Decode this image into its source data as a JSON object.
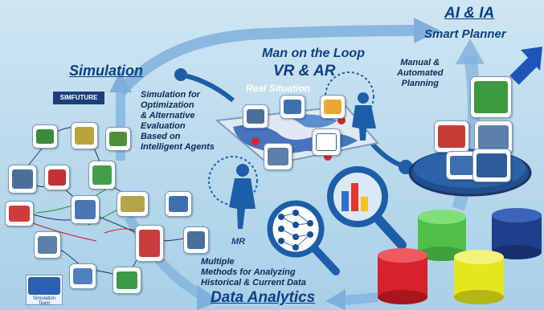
{
  "titles": {
    "ai_ia": "AI & IA",
    "smart_planner": "Smart Planner",
    "man_on_loop": "Man on the Loop",
    "vr_ar": "VR & AR",
    "real_situation": "Real Situation",
    "simulation": "Simulation",
    "data_analytics": "Data Analytics",
    "mr": "MR"
  },
  "captions": {
    "planning_line1": "Manual &",
    "planning_line2": "Automated",
    "planning_line3": "Planning",
    "sim_line1": "Simulation for",
    "sim_line2": "Optimization",
    "sim_line3": "& Alternative",
    "sim_line4": "Evaluation",
    "sim_line5": "Based on",
    "sim_line6": "Intelligent Agents",
    "data_line1": "Multiple",
    "data_line2": "Methods for Analyzing",
    "data_line3": "Historical & Current Data"
  },
  "logos": {
    "simulation_team": "Simulation Team",
    "simcenter_brand": "SIMFUTURE"
  },
  "colors": {
    "title_blue": "#0b3f8a",
    "arrow_blue": "#6aa6d6",
    "db_green": "#4fbf4a",
    "db_navy": "#1f3f8c",
    "db_red": "#d8222b",
    "db_yellow": "#e6e61e",
    "person_blue": "#1d5ea8"
  }
}
